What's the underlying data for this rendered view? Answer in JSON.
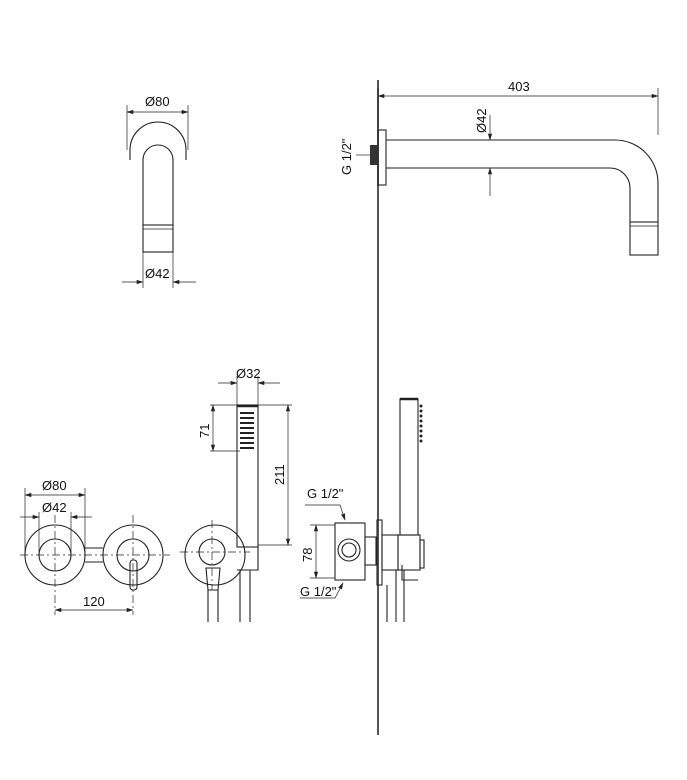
{
  "spout_front": {
    "flange_diameter": "Ø80",
    "spout_diameter": "Ø42"
  },
  "spout_side": {
    "length": "403",
    "pipe_diameter": "Ø42",
    "thread": "G 1/2\""
  },
  "mixer_front": {
    "flange_diameter": "Ø80",
    "inner_diameter": "Ø42",
    "spacing": "120"
  },
  "hand_shower": {
    "diameter": "Ø32",
    "spray_length": "71",
    "length": "211"
  },
  "valve_side": {
    "thread_top": "G 1/2\"",
    "depth": "78",
    "thread_bottom": "G 1/2\""
  }
}
